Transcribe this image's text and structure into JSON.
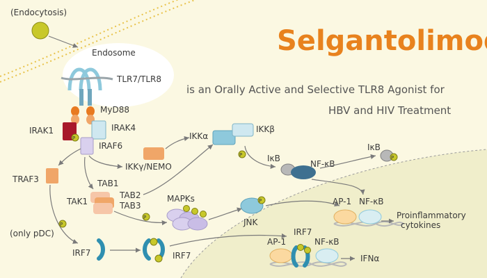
{
  "title": "Selgantolimod",
  "subtitle_line1": "is an Orally Active and Selective TLR8 Agonist for",
  "subtitle_line2": "HBV and HIV Treatment",
  "labels": {
    "endocytosis": "(Endocytosis)",
    "endosome": "Endosome",
    "tlr": "TLR7/TLR8",
    "myd88": "MyD88",
    "irak1": "IRAK1",
    "irak4": "IRAK4",
    "iraf6": "IRAF6",
    "traf3": "TRAF3",
    "ikkgamma": "IKKγ/NEMO",
    "ikkalpha": "IKKα",
    "ikkbeta": "IKKβ",
    "ikb_left": "IκB",
    "nfkb_mid": "NF-κB",
    "ikb_right": "IκB",
    "tab1": "TAB1",
    "tab2": "TAB2",
    "tab3": "TAB3",
    "tak1": "TAK1",
    "mapks": "MAPKs",
    "jnk": "JNK",
    "ap1_top": "AP-1",
    "nfkb_top": "NF-κB",
    "proinflam1": "Proinflammatory",
    "proinflam2": "cytokines",
    "only_pdc": "(only pDC)",
    "irf7_left": "IRF7",
    "irf7_mid": "IRF7",
    "irf7_bottom": "IRF7",
    "ap1_bottom": "AP-1",
    "nfkb_bottom": "NF-κB",
    "ifna": "IFNα",
    "p": "P"
  },
  "colors": {
    "title": "#e8821e",
    "membrane": "#e8c24a",
    "orange": "#f0a668",
    "red": "#a8182a",
    "lightblue": "#cfe8f0",
    "teal": "#2f8fb0",
    "lavender": "#d9d0ee",
    "yellowgreen": "#c8c82a"
  }
}
